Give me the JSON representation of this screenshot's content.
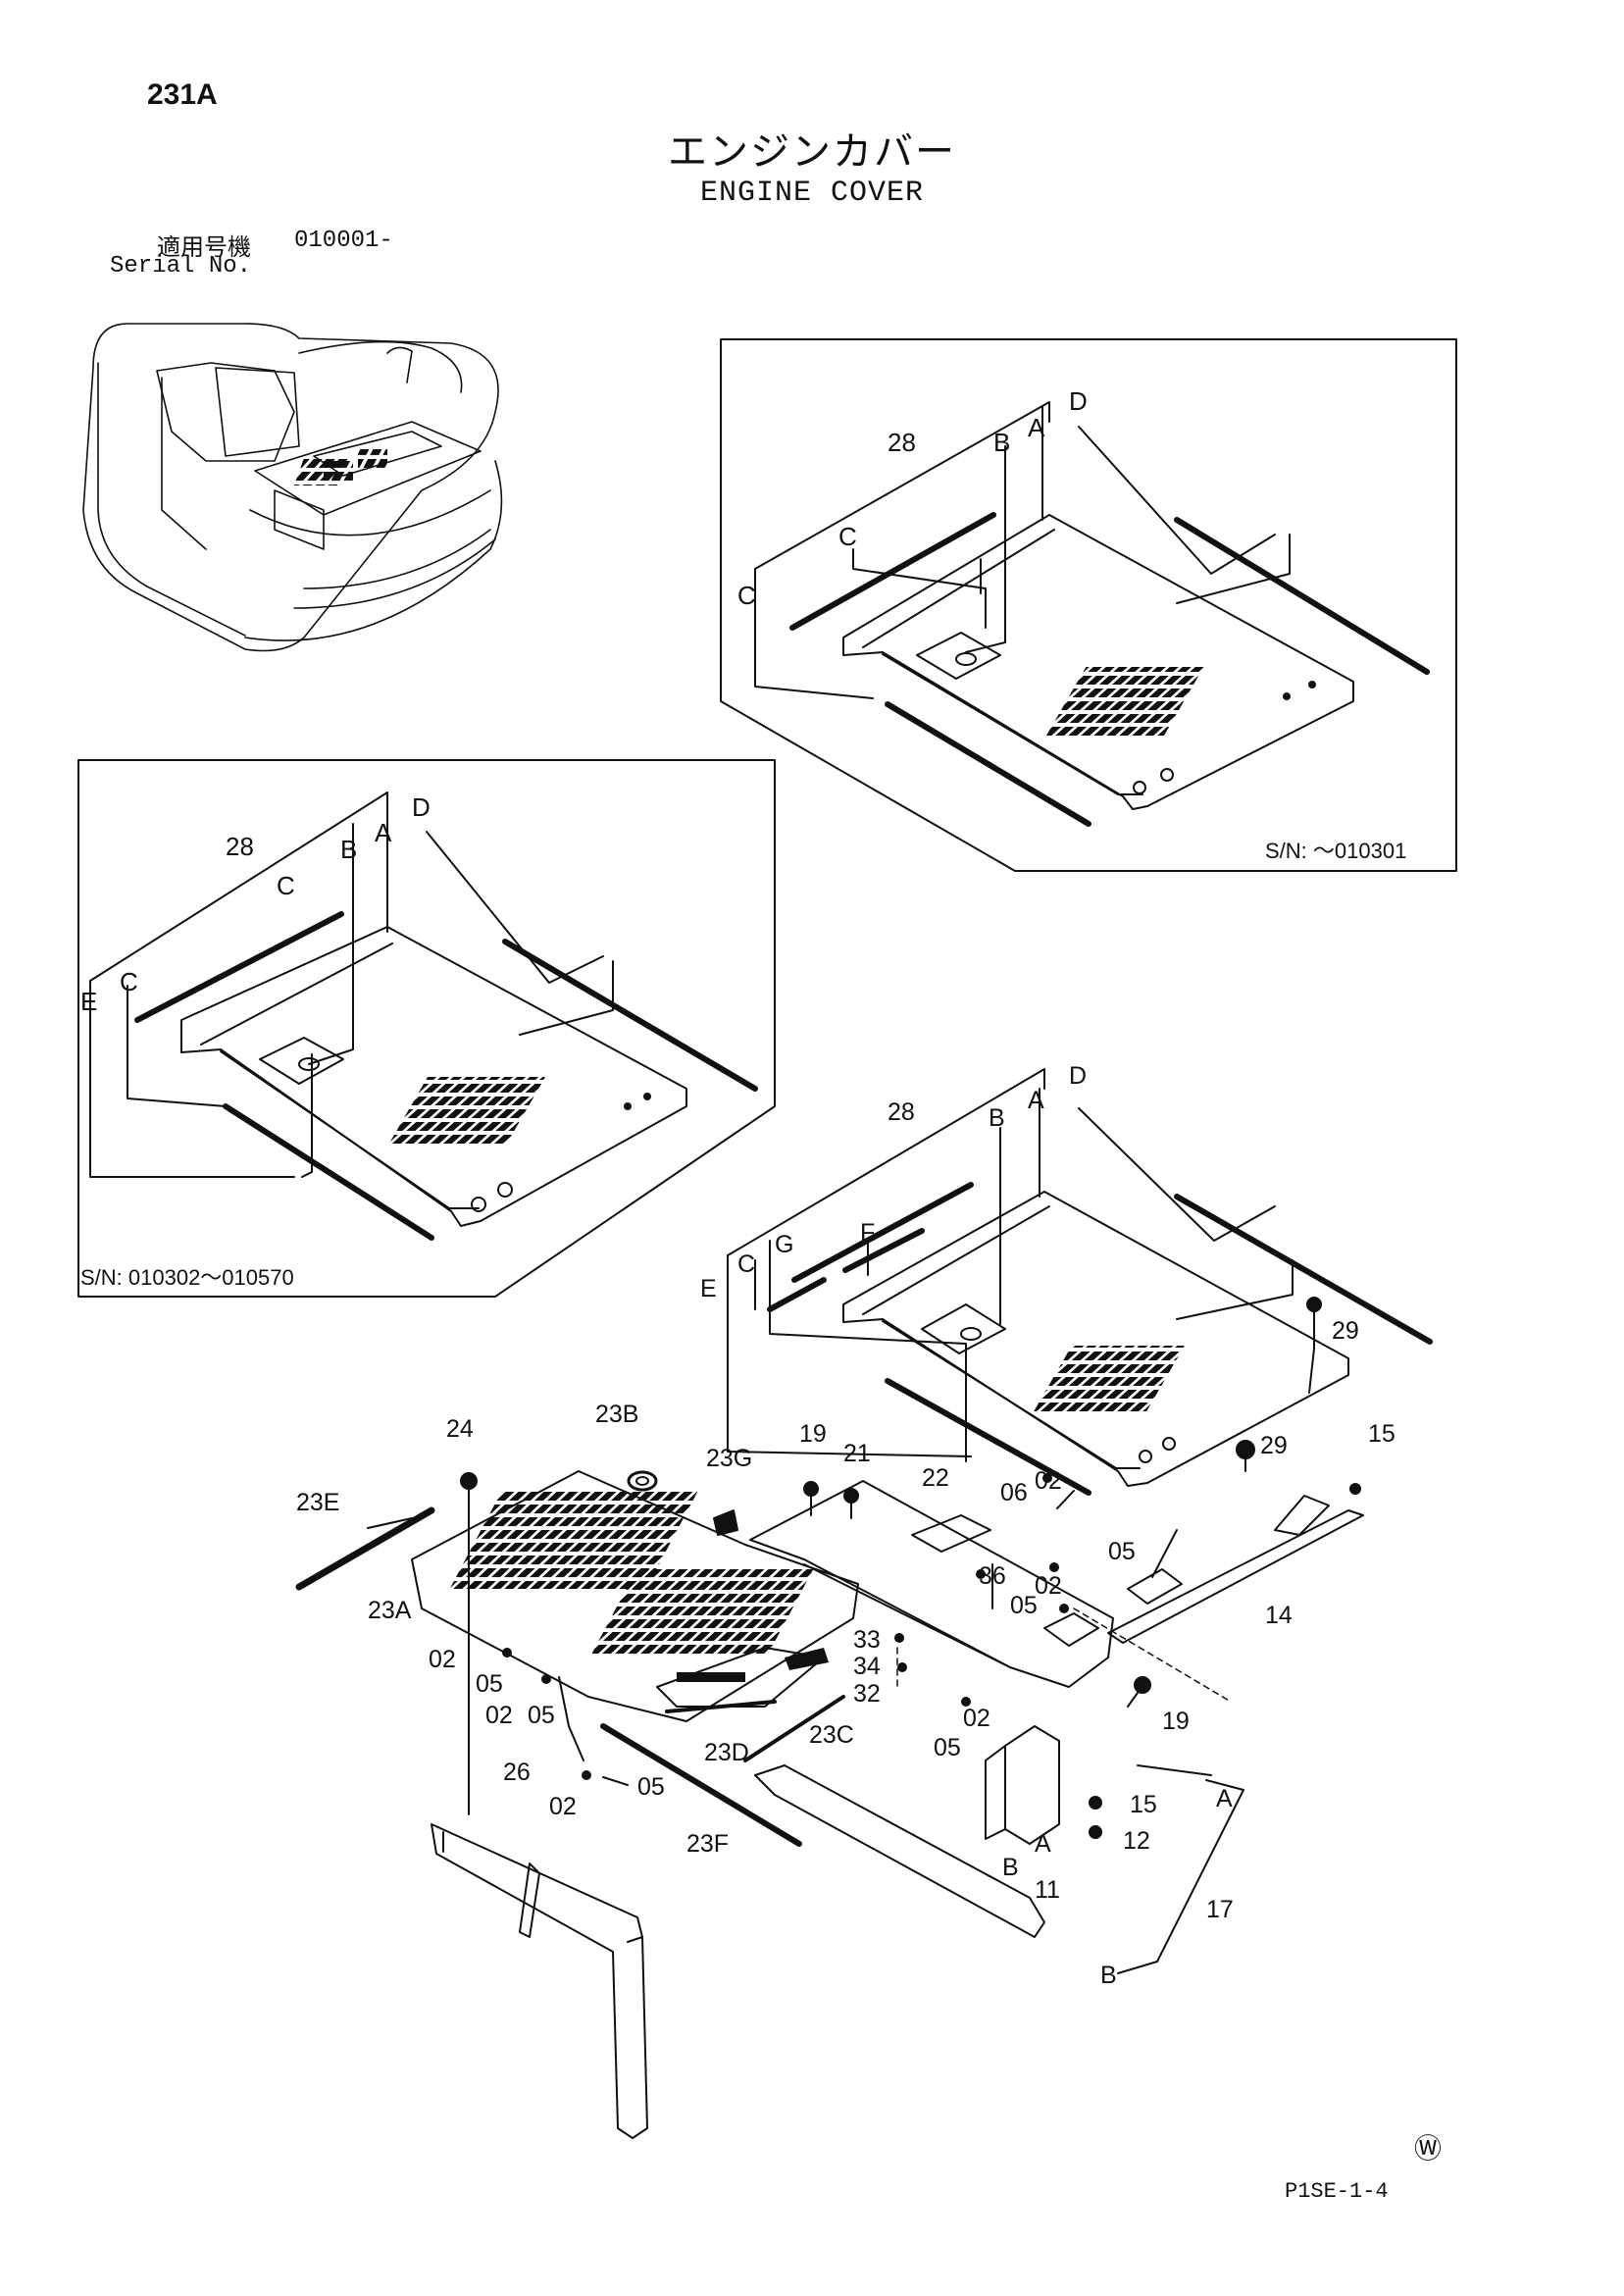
{
  "page": {
    "number": "231A",
    "title_jp": "エンジンカバー",
    "title_en": "ENGINE COVER",
    "serial_label_jp": "適用号機",
    "serial_value": "010001-",
    "serial_label_en": "Serial No.",
    "code": "P1SE-1-4",
    "logo": "Ⓦ"
  },
  "insets": {
    "top": {
      "serial_note": "S/N: ～010301",
      "labels": {
        "n28": "28",
        "B": "B",
        "A": "A",
        "D": "D",
        "C1": "C",
        "C2": "C"
      }
    },
    "middle": {
      "serial_note": "S/N: 010302～010570",
      "labels": {
        "n28": "28",
        "B": "B",
        "A": "A",
        "D": "D",
        "C1": "C",
        "C2": "C",
        "E": "E"
      }
    }
  },
  "main": {
    "labels": {
      "n28": "28",
      "B": "B",
      "A": "A",
      "D": "D",
      "F": "F",
      "E": "E",
      "C": "C",
      "G": "G",
      "n29a": "29",
      "n29b": "29",
      "n15a": "15",
      "n24": "24",
      "n23B": "23B",
      "n23G": "23G",
      "n19a": "19",
      "n21": "21",
      "n22": "22",
      "n06": "06",
      "n02a": "02",
      "n05a": "05",
      "n23E": "23E",
      "n23A": "23A",
      "n36": "36",
      "n02b": "02",
      "n05b": "05",
      "n14": "14",
      "n33": "33",
      "n34": "34",
      "n32": "32",
      "n02c": "02",
      "n05c": "05",
      "n02d": "02",
      "n05d": "05",
      "n23C": "23C",
      "n02e": "02",
      "n05e": "05",
      "n19b": "19",
      "n23D": "23D",
      "n26": "26",
      "n02f": "02",
      "n05f": "05",
      "n15b": "15",
      "n12": "12",
      "A2": "A",
      "A3": "A",
      "B2": "B",
      "n11": "11",
      "n17": "17",
      "n23F": "23F",
      "B3": "B"
    }
  }
}
